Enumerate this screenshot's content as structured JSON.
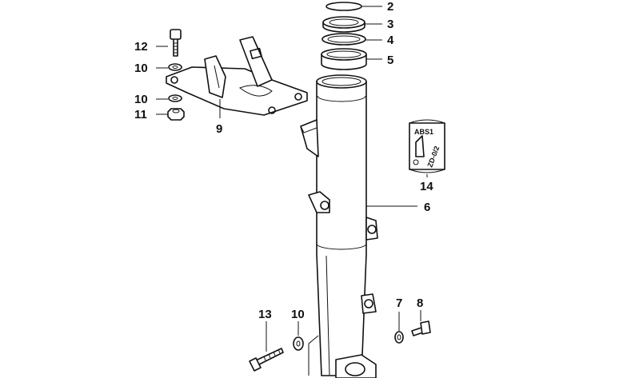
{
  "diagram": {
    "callouts": {
      "c2": "2",
      "c3": "3",
      "c4": "4",
      "c5": "5",
      "c6": "6",
      "c7": "7",
      "c8": "8",
      "c9": "9",
      "c10a": "10",
      "c10b": "10",
      "c10c": "10",
      "c11": "11",
      "c12": "12",
      "c13": "13",
      "c14": "14"
    },
    "grease_tube_label": "ABS1",
    "grease_tube_spec": "ZD-0/2"
  }
}
